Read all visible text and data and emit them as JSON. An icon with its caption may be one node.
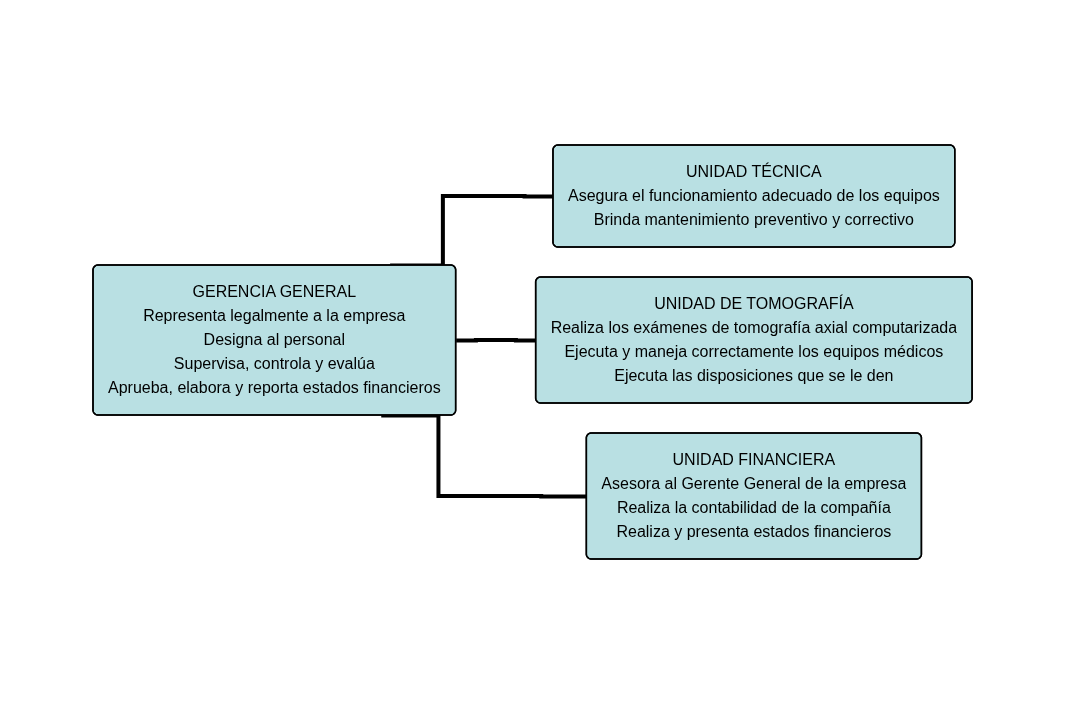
{
  "diagram": {
    "nodes": [
      {
        "text": [
          "GERENCIA GENERAL",
          "Representa legalmente a la empresa",
          "Designa al personal",
          "Supervisa, controla y evalúa",
          "Aprueba, elabora y reporta estados financieros"
        ]
      },
      {
        "text": [
          "UNIDAD TÉCNICA",
          "Asegura el funcionamiento adecuado de los equipos",
          "Brinda mantenimiento preventivo y correctivo"
        ]
      },
      {
        "text": [
          "UNIDAD DE TOMOGRAFÍA",
          "Realiza los exámenes de tomografía axial computarizada",
          "Ejecuta y maneja correctamente los equipos médicos",
          "Ejecuta las disposiciones que se le den"
        ]
      },
      {
        "text": [
          "UNIDAD FINANCIERA",
          "Asesora al Gerente General de la empresa",
          "Realiza la contabilidad de la compañía",
          "Realiza y presenta estados financieros"
        ]
      }
    ],
    "edges": [
      {
        "from": 0,
        "to": 1,
        "arrow": "none"
      },
      {
        "from": 0,
        "to": 2,
        "arrow": "none"
      },
      {
        "from": 0,
        "to": 3,
        "arrow": "none"
      }
    ]
  }
}
